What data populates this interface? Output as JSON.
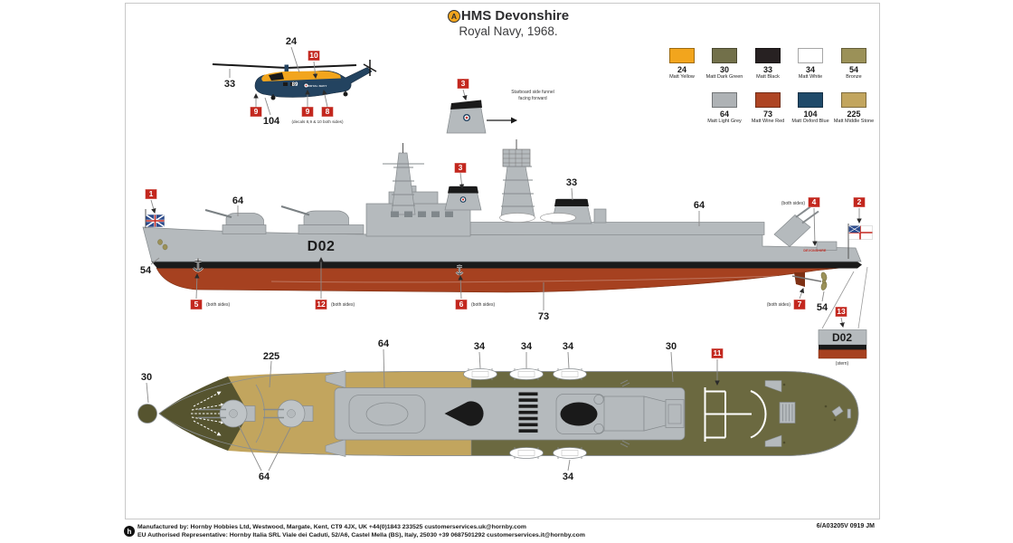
{
  "title": {
    "logo_letter": "A",
    "name": "HMS Devonshire",
    "subtitle": "Royal Navy, 1968."
  },
  "paint_chart": [
    {
      "code": "24",
      "name": "Matt Yellow",
      "hex": "#F2A51D"
    },
    {
      "code": "30",
      "name": "Matt Dark Green",
      "hex": "#72704A"
    },
    {
      "code": "33",
      "name": "Matt Black",
      "hex": "#272122"
    },
    {
      "code": "34",
      "name": "Matt White",
      "hex": "#FFFFFF"
    },
    {
      "code": "54",
      "name": "Bronze",
      "hex": "#9B9158"
    },
    {
      "code": "64",
      "name": "Matt Light Grey",
      "hex": "#AEB2B5"
    },
    {
      "code": "73",
      "name": "Matt Wine Red",
      "hex": "#AE4423"
    },
    {
      "code": "104",
      "name": "Matt Oxford Blue",
      "hex": "#1F4A6A"
    },
    {
      "code": "225",
      "name": "Matt Middle Stone",
      "hex": "#C2A55E"
    }
  ],
  "helicopter": {
    "paint_labels": {
      "rotor": "33",
      "upper": "24",
      "fuselage": "104"
    },
    "decals": {
      "roundel": "10",
      "nose": "9",
      "side": "9",
      "navy_titles": "8"
    },
    "caption": "(decals 8,9 & 10 both sides)",
    "code": "89",
    "titles": "ROYAL NAVY"
  },
  "funnel_note": {
    "decal": "3",
    "line1": "Starboard side funnel",
    "line2": "facing forward"
  },
  "side_view": {
    "hull_code": "D02",
    "stern_name": "DEVONSHIRE",
    "both_sides": "(both sides)",
    "paint_labels": {
      "turret_fwd": "64",
      "funnel_aft": "33",
      "hull_aft": "64",
      "bow": "54",
      "lower_hull": "73",
      "propeller": "54"
    },
    "decals": {
      "jack": "1",
      "funnel": "3",
      "stern_name": "4",
      "ensign": "2",
      "anchor_fwd": "5",
      "pennant": "12",
      "anchor_mid": "6",
      "propeller_area": "7",
      "stern": "13"
    },
    "stern_detail": {
      "code": "D02",
      "caption": "(stern)"
    }
  },
  "plan_view": {
    "paint_labels": {
      "bow_tip": "30",
      "foredeck": "225",
      "midship_deck": "64",
      "boat_1": "34",
      "boat_2": "34",
      "boat_3": "34",
      "aft_deck": "30",
      "turrets": "64",
      "boat_4": "34"
    },
    "decals": {
      "flight_deck": "11"
    }
  },
  "footer": {
    "logo_letter": "h",
    "line1": "Manufactured by: Hornby Hobbies Ltd, Westwood, Margate, Kent, CT9 4JX, UK +44(0)1843 233525 customerservices.uk@hornby.com",
    "line2": "EU Authorised Representative: Hornby Italia SRL Viale dei Caduti, 52/A6, Castel Mella (BS), Italy, 25030 +39 0687501292 customerservices.it@hornby.com",
    "ref": "6/A03205V 0919 JM"
  }
}
